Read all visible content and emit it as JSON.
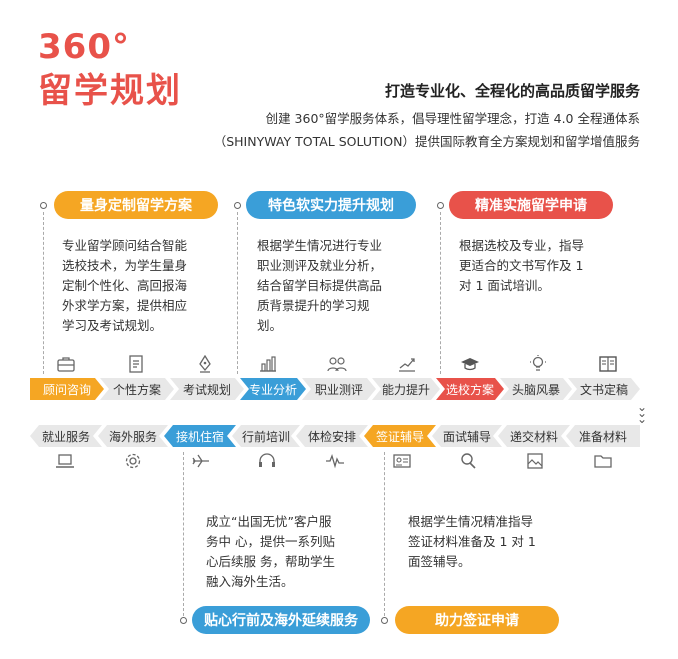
{
  "header": {
    "title_line1": "360°",
    "title_line2": "留学规划",
    "subtitle": "打造专业化、全程化的高品质留学服务",
    "description_line1": "创建 360°留学服务体系，倡导理性留学理念，打造 4.0 全程通体系",
    "description_line2": "（SHINYWAY TOTAL SOLUTION）提供国际教育全方案规划和留学增值服务"
  },
  "top_sections": [
    {
      "label": "量身定制留学方案",
      "color": "#f5a623",
      "lines": [
        "专业留学顾问结合智能",
        "选校技术，为学生量身",
        "定制个性化、高回报海",
        "外求学方案，提供相应",
        "学习及考试规划。"
      ]
    },
    {
      "label": "特色软实力提升规划",
      "color": "#3a9ed8",
      "lines": [
        "根据学生情况进行专业",
        "职业测评及就业分析，",
        "结合留学目标提供高品",
        "质背景提升的学习规",
        "划。"
      ]
    },
    {
      "label": "精准实施留学申请",
      "color": "#e8524a",
      "lines": [
        "根据选校及专业，指导",
        "更适合的文书写作及 1",
        "对 1 面试培训。"
      ]
    }
  ],
  "bottom_sections": [
    {
      "label": "贴心行前及海外延续服务",
      "color": "#3a9ed8",
      "lines": [
        "成立“出国无忧”客户服",
        "务中 心，提供一系列贴",
        "心后续服 务，帮助学生",
        "融入海外生活。"
      ]
    },
    {
      "label": "助力签证申请",
      "color": "#f5a623",
      "lines": [
        "根据学生情况精准指导",
        "签证材料准备及 1 对 1",
        "面签辅导。"
      ]
    }
  ],
  "row1_steps": [
    {
      "label": "顾问咨询",
      "style": "orange",
      "icon": "briefcase-icon"
    },
    {
      "label": "个性方案",
      "style": "gray",
      "icon": "document-edit-icon"
    },
    {
      "label": "考试规划",
      "style": "gray",
      "icon": "pen-nib-icon"
    },
    {
      "label": "专业分析",
      "style": "blue",
      "icon": "bar-chart-icon"
    },
    {
      "label": "职业测评",
      "style": "gray",
      "icon": "users-icon"
    },
    {
      "label": "能力提升",
      "style": "gray",
      "icon": "growth-chart-icon"
    },
    {
      "label": "选校方案",
      "style": "red",
      "icon": "graduation-cap-icon"
    },
    {
      "label": "头脑风暴",
      "style": "gray",
      "icon": "lightbulb-icon"
    },
    {
      "label": "文书定稿",
      "style": "gray",
      "icon": "book-icon"
    }
  ],
  "row2_steps": [
    {
      "label": "就业服务",
      "style": "gray",
      "icon": "laptop-icon"
    },
    {
      "label": "海外服务",
      "style": "gray",
      "icon": "gear-icon"
    },
    {
      "label": "接机住宿",
      "style": "blue",
      "icon": "airplane-icon"
    },
    {
      "label": "行前培训",
      "style": "gray",
      "icon": "headset-icon"
    },
    {
      "label": "体检安排",
      "style": "gray",
      "icon": "heartbeat-icon"
    },
    {
      "label": "签证辅导",
      "style": "orange",
      "icon": "id-card-icon"
    },
    {
      "label": "面试辅导",
      "style": "gray",
      "icon": "magnifier-icon"
    },
    {
      "label": "递交材料",
      "style": "gray",
      "icon": "mail-image-icon"
    },
    {
      "label": "准备材料",
      "style": "gray",
      "icon": "folder-icon"
    }
  ]
}
